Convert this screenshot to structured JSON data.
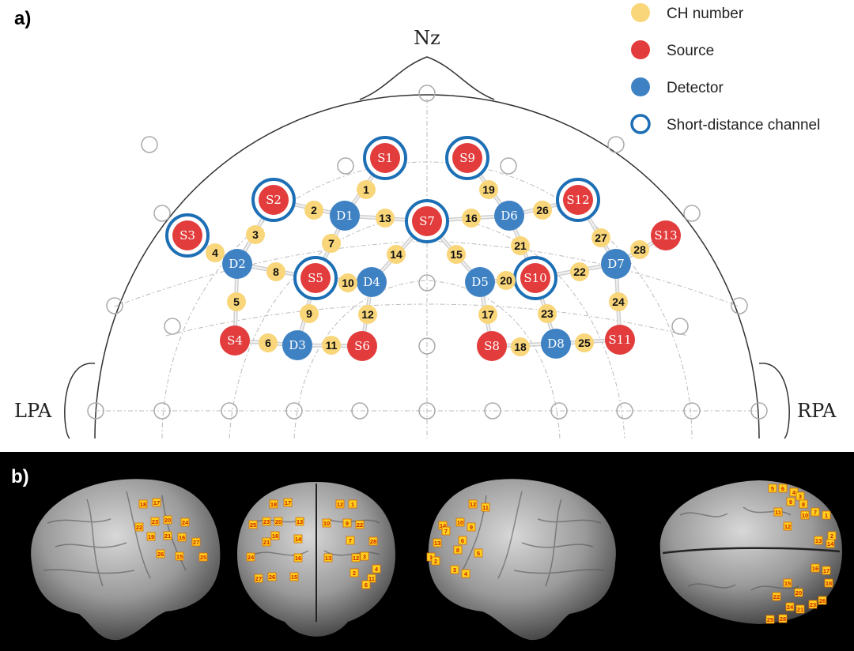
{
  "panel_a_label": "a)",
  "panel_b_label": "b)",
  "landmarks": {
    "nz": "Nz",
    "lpa": "LPA",
    "rpa": "RPA"
  },
  "legend": {
    "ch": {
      "label": "CH number",
      "color": "#f9d67a"
    },
    "source": {
      "label": "Source",
      "color": "#e23c3c"
    },
    "detector": {
      "label": "Detector",
      "color": "#3f82c4"
    },
    "short": {
      "label": "Short-distance channel",
      "color": "#1d6fb5"
    }
  },
  "optodes": [
    {
      "id": "S1",
      "type": "source",
      "short": true
    },
    {
      "id": "S2",
      "type": "source",
      "short": true
    },
    {
      "id": "S3",
      "type": "source",
      "short": true
    },
    {
      "id": "S4",
      "type": "source",
      "short": false
    },
    {
      "id": "S5",
      "type": "source",
      "short": true
    },
    {
      "id": "S6",
      "type": "source",
      "short": false
    },
    {
      "id": "S7",
      "type": "source",
      "short": true
    },
    {
      "id": "S8",
      "type": "source",
      "short": false
    },
    {
      "id": "S9",
      "type": "source",
      "short": true
    },
    {
      "id": "S10",
      "type": "source",
      "short": true
    },
    {
      "id": "S11",
      "type": "source",
      "short": false
    },
    {
      "id": "S12",
      "type": "source",
      "short": true
    },
    {
      "id": "S13",
      "type": "source",
      "short": false
    },
    {
      "id": "D1",
      "type": "detector",
      "short": false
    },
    {
      "id": "D2",
      "type": "detector",
      "short": false
    },
    {
      "id": "D3",
      "type": "detector",
      "short": false
    },
    {
      "id": "D4",
      "type": "detector",
      "short": false
    },
    {
      "id": "D5",
      "type": "detector",
      "short": false
    },
    {
      "id": "D6",
      "type": "detector",
      "short": false
    },
    {
      "id": "D7",
      "type": "detector",
      "short": false
    },
    {
      "id": "D8",
      "type": "detector",
      "short": false
    }
  ],
  "channels": [
    {
      "n": "1",
      "a": "S1",
      "b": "D1"
    },
    {
      "n": "2",
      "a": "S2",
      "b": "D1"
    },
    {
      "n": "3",
      "a": "S2",
      "b": "D2"
    },
    {
      "n": "4",
      "a": "S3",
      "b": "D2"
    },
    {
      "n": "5",
      "a": "S4",
      "b": "D2"
    },
    {
      "n": "6",
      "a": "S4",
      "b": "D3"
    },
    {
      "n": "7",
      "a": "S5",
      "b": "D1"
    },
    {
      "n": "8",
      "a": "S5",
      "b": "D2"
    },
    {
      "n": "9",
      "a": "S5",
      "b": "D3"
    },
    {
      "n": "10",
      "a": "S5",
      "b": "D4"
    },
    {
      "n": "11",
      "a": "S6",
      "b": "D3"
    },
    {
      "n": "12",
      "a": "S6",
      "b": "D4"
    },
    {
      "n": "13",
      "a": "S7",
      "b": "D1"
    },
    {
      "n": "14",
      "a": "S7",
      "b": "D4"
    },
    {
      "n": "15",
      "a": "S7",
      "b": "D5"
    },
    {
      "n": "16",
      "a": "S7",
      "b": "D6"
    },
    {
      "n": "17",
      "a": "S8",
      "b": "D5"
    },
    {
      "n": "18",
      "a": "S8",
      "b": "D8"
    },
    {
      "n": "19",
      "a": "S9",
      "b": "D6"
    },
    {
      "n": "20",
      "a": "S10",
      "b": "D5"
    },
    {
      "n": "21",
      "a": "S10",
      "b": "D6"
    },
    {
      "n": "22",
      "a": "S10",
      "b": "D7"
    },
    {
      "n": "23",
      "a": "S10",
      "b": "D8"
    },
    {
      "n": "24",
      "a": "S11",
      "b": "D7"
    },
    {
      "n": "25",
      "a": "S11",
      "b": "D8"
    },
    {
      "n": "26",
      "a": "S12",
      "b": "D6"
    },
    {
      "n": "27",
      "a": "S12",
      "b": "D7"
    },
    {
      "n": "28",
      "a": "S13",
      "b": "D7"
    }
  ],
  "brain_views": [
    {
      "view": "right-lateral",
      "labels": [
        "18",
        "17",
        "23",
        "20",
        "24",
        "22",
        "19",
        "21",
        "16",
        "26",
        "27",
        "15",
        "25"
      ]
    },
    {
      "view": "frontal",
      "labels": [
        "18",
        "17",
        "12",
        "1",
        "25",
        "23",
        "20",
        "13",
        "10",
        "9",
        "22",
        "21",
        "16",
        "14",
        "7",
        "28",
        "24",
        "16",
        "13",
        "3",
        "27",
        "26",
        "15",
        "12",
        "4",
        "2",
        "11",
        "6"
      ]
    },
    {
      "view": "left-lateral",
      "labels": [
        "12",
        "11",
        "14",
        "10",
        "9",
        "7",
        "13",
        "6",
        "8",
        "5",
        "1",
        "2",
        "3",
        "4"
      ]
    },
    {
      "view": "top",
      "labels": [
        "5",
        "6",
        "4",
        "3",
        "9",
        "8",
        "11",
        "10",
        "7",
        "1",
        "12",
        "2",
        "13",
        "14",
        "16",
        "17",
        "15",
        "18",
        "20",
        "22",
        "24",
        "23",
        "21",
        "26",
        "25",
        "28"
      ]
    }
  ]
}
